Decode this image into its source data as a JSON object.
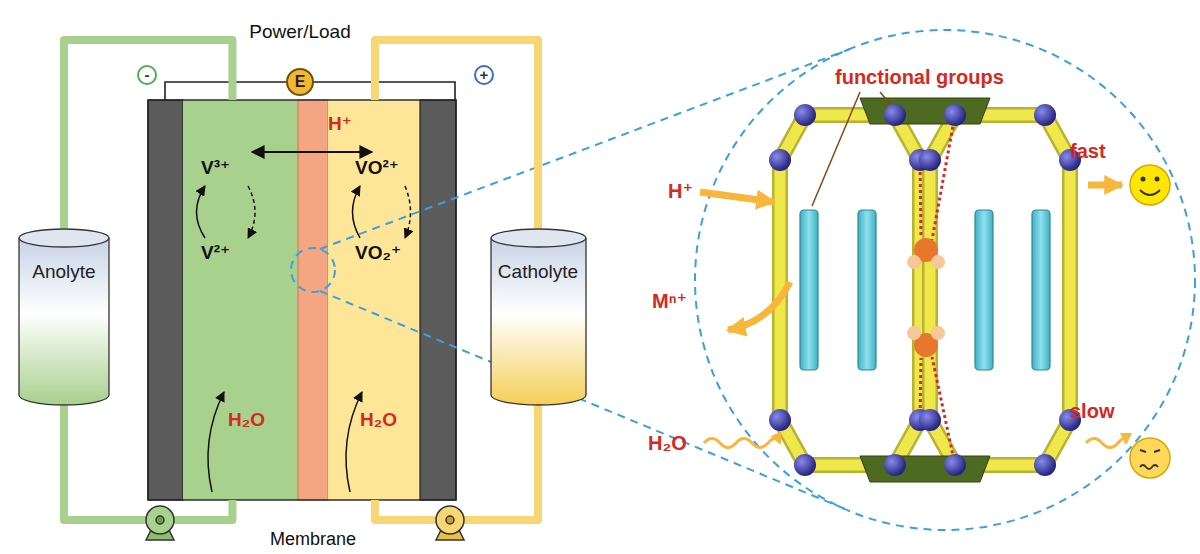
{
  "diagram": {
    "nodes": [
      {
        "text": [
          "-"
        ]
      },
      {
        "text": [
          "E"
        ]
      },
      {
        "text": [
          "+"
        ]
      },
      {
        "text": [
          "Anolyte"
        ]
      },
      {
        "text": [
          "V³⁺",
          "V²⁺",
          "H₂O"
        ]
      },
      {
        "text": [
          "Membrane"
        ]
      },
      {
        "text": [
          "VO²⁺",
          "VO₂⁺",
          "H₂O"
        ]
      },
      {
        "text": [
          "Catholyte"
        ]
      }
    ],
    "edges": [
      {
        "from": 3,
        "to": 4,
        "arrow": "none"
      },
      {
        "from": 3,
        "to": 4,
        "arrow": "none"
      },
      {
        "from": 7,
        "to": 6,
        "arrow": "none"
      },
      {
        "from": 7,
        "to": 6,
        "arrow": "none"
      }
    ],
    "labels": [
      "Power/Load",
      "H⁺",
      "functional groups",
      "H⁺",
      "Mⁿ⁺",
      "H₂O",
      "fast",
      "slow"
    ]
  }
}
